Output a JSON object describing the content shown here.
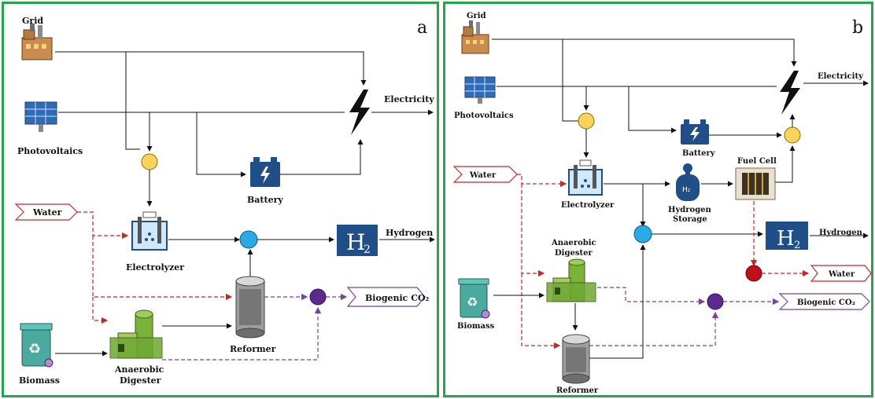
{
  "panel_a": {
    "corner_label": "a",
    "grid": "Grid",
    "pv": "Photovoltaics",
    "electricity": "Electricity",
    "battery": "Battery",
    "water": "Water",
    "electrolyzer": "Electrolyzer",
    "hydrogen": "Hydrogen",
    "h2_sign": "H",
    "h2_sub": "2",
    "reformer": "Reformer",
    "biogenic_co2": "Biogenic CO₂",
    "biomass": "Biomass",
    "digester_line1": "Anaerobic",
    "digester_line2": "Digester"
  },
  "panel_b": {
    "corner_label": "b",
    "grid": "Grid",
    "pv": "Photovoltaics",
    "electricity": "Electricity",
    "battery": "Battery",
    "water_in": "Water",
    "electrolyzer": "Electrolyzer",
    "h2_tank_label": "H₂",
    "storage_line1": "Hydrogen",
    "storage_line2": "Storage",
    "fuel_cell": "Fuel Cell",
    "hydrogen": "Hydrogen",
    "h2_sign": "H",
    "h2_sub": "2",
    "water_out": "Water",
    "digester_line1": "Anaerobic",
    "digester_line2": "Digester",
    "biogenic_co2": "Biogenic CO₂",
    "biomass": "Biomass",
    "reformer": "Reformer"
  },
  "colors": {
    "border": "#21a84a",
    "red_flow": "#c62828",
    "co2_flow": "#7b3fa8",
    "junction_yellow": "#fbd25a",
    "junction_blue": "#29a9e6",
    "junction_purple": "#5b2a8f",
    "junction_red": "#c0101a",
    "h2_box": "#1f4e89"
  }
}
